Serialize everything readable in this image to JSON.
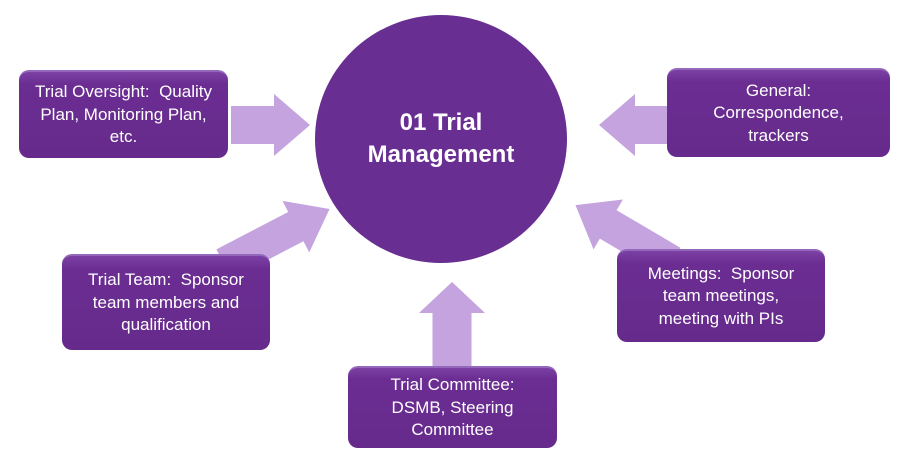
{
  "diagram": {
    "title": "01 Trial Management diagram",
    "center": {
      "label_lines": [
        "01 Trial",
        "Management"
      ]
    },
    "nodes": [
      {
        "id": "trial-oversight",
        "position": "top-left",
        "lines": [
          "Trial Oversight:  Quality",
          "Plan, Monitoring Plan,",
          "etc."
        ]
      },
      {
        "id": "general",
        "position": "top-right",
        "lines": [
          "General:",
          "Correspondence,",
          "trackers"
        ]
      },
      {
        "id": "trial-team",
        "position": "middle-left",
        "lines": [
          "Trial Team:  Sponsor",
          "team members and",
          "qualification"
        ]
      },
      {
        "id": "meetings",
        "position": "middle-right",
        "lines": [
          "Meetings:  Sponsor",
          "team meetings,",
          "meeting with PIs"
        ]
      },
      {
        "id": "trial-committee",
        "position": "bottom-center",
        "lines": [
          "Trial Committee:",
          "DSMB, Steering",
          "Committee"
        ]
      }
    ],
    "colors": {
      "circle_fill": "#682E91",
      "box_fill": "#6B2D92",
      "box_fill_top": "#7C41A4",
      "box_edge": "#9368BA",
      "arrow_fill": "#C4A3DE",
      "text": "#FFFFFF",
      "background": "#FFFFFF"
    }
  }
}
